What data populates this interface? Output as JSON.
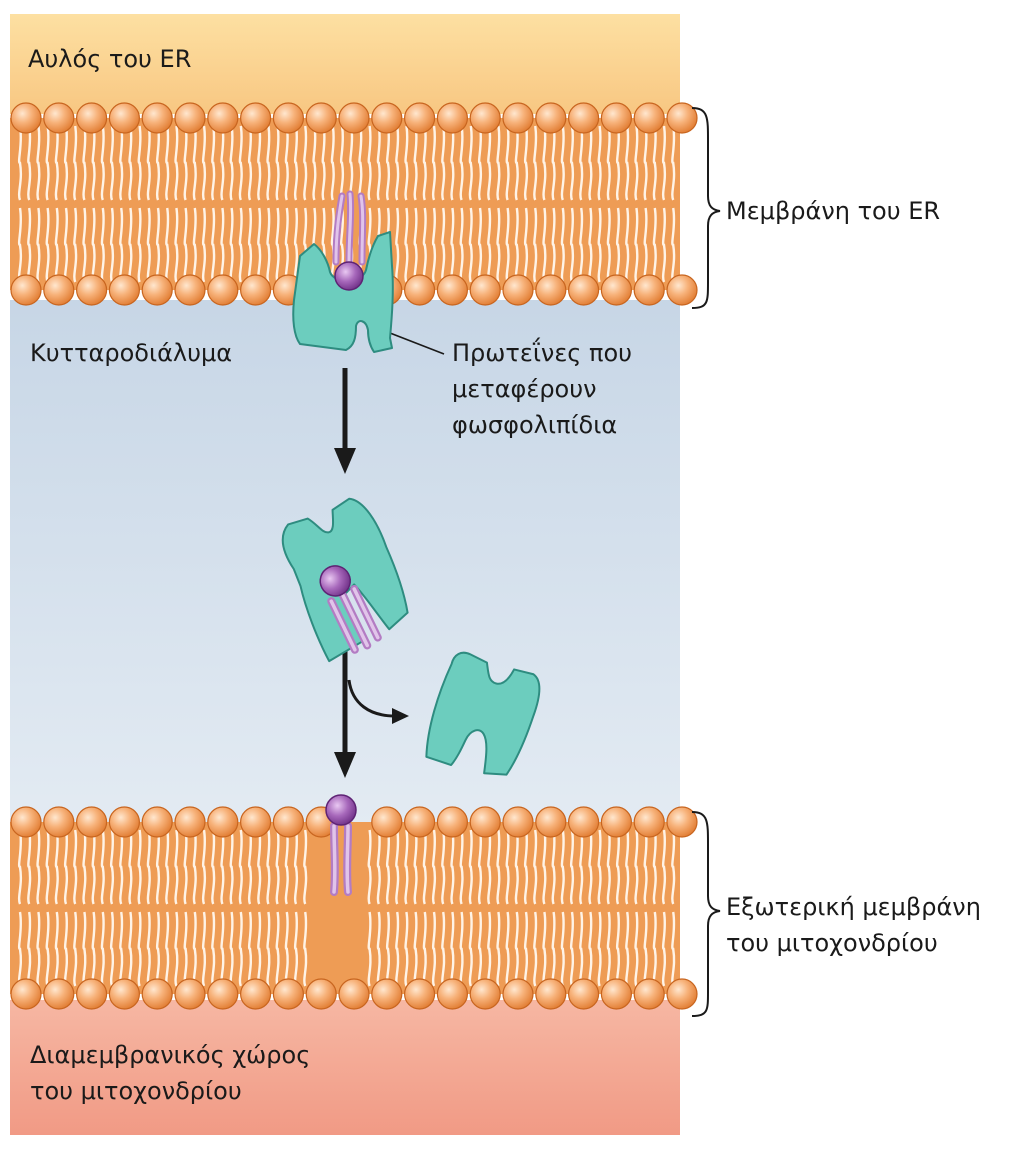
{
  "labels": {
    "er_lumen": "Αυλός του ER",
    "er_membrane": "Μεμβράνη του ER",
    "cytosol": "Κυτταροδιάλυμα",
    "transfer_proteins": [
      "Πρωτεΐνες που",
      "μεταφέρουν",
      "φωσφολιπίδια"
    ],
    "outer_mito_membrane": [
      "Εξωτερική μεμβράνη",
      "του μιτοχονδρίου"
    ],
    "intermembrane_space": [
      "Διαμεμβρανικός χώρος",
      "του μιτοχονδρίου"
    ]
  },
  "colors": {
    "er_lumen_top": "#FDE0A2",
    "er_lumen_bottom": "#F8C782",
    "cytosol_top": "#C7D6E6",
    "cytosol_bottom": "#E3EBF3",
    "intermembrane_top": "#F6B7A3",
    "intermembrane_bottom": "#F19A85",
    "lipid_head": "#F2A35E",
    "lipid_tail": "#E08A3E",
    "membrane_core": "#EE9C55",
    "protein": "#6CCDBE",
    "protein_stroke": "#2E8C80",
    "phospholipid": "#9A5AAE",
    "phospholipid_tail": "#C79BD2"
  },
  "icons": [
    "lipid-bilayer",
    "phospholipid-transfer-protein",
    "phospholipid-molecule",
    "arrow-down-icon",
    "curved-arrow-icon",
    "brace-icon"
  ]
}
